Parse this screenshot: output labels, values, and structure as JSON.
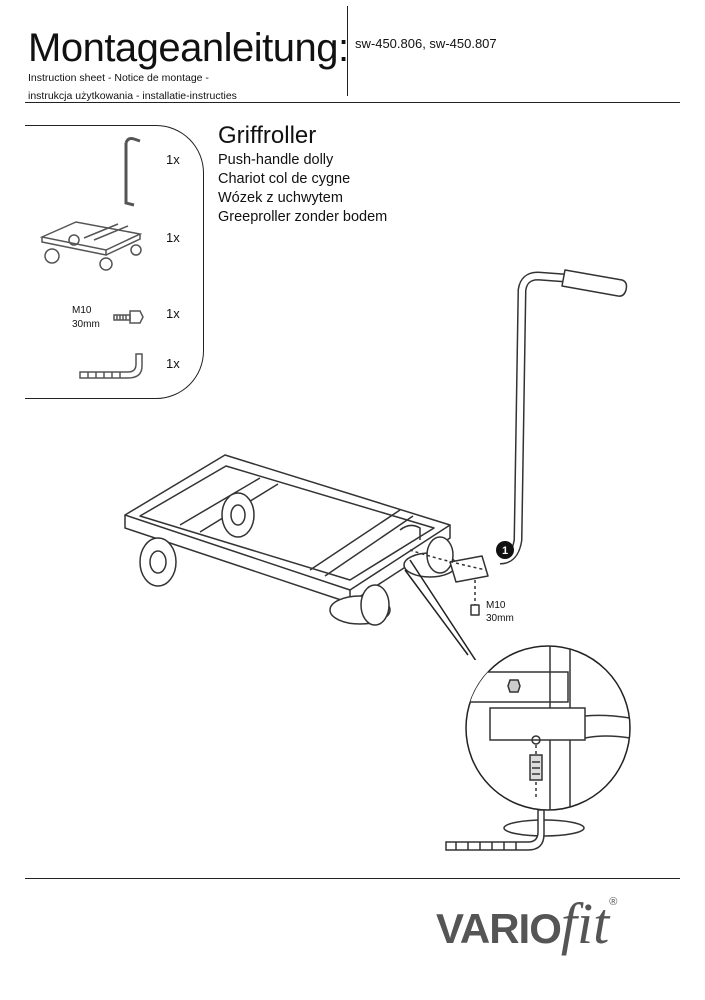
{
  "header": {
    "title": "Montageanleitung:",
    "models": "sw-450.806, sw-450.807",
    "subtitle_line1": "Instruction sheet - Notice de montage  -",
    "subtitle_line2": "instrukcja użytkowania - installatie-instructies"
  },
  "product": {
    "title": "Griffroller",
    "names": [
      "Push-handle dolly",
      "Chariot col de cygne",
      "Wózek z uchwytem",
      "Greeproller zonder bodem"
    ]
  },
  "parts": [
    {
      "icon": "handle-icon",
      "qty": "1x"
    },
    {
      "icon": "dolly-frame-icon",
      "qty": "1x"
    },
    {
      "icon": "bolt-icon",
      "qty": "1x",
      "label_line1": "M10",
      "label_line2": "30mm"
    },
    {
      "icon": "allen-key-icon",
      "qty": "1x"
    }
  ],
  "diagram": {
    "step_number": "1",
    "bolt_label_line1": "M10",
    "bolt_label_line2": "30mm"
  },
  "footer": {
    "logo_part1": "VARIO",
    "logo_part2": "fit",
    "logo_reg": "®"
  }
}
